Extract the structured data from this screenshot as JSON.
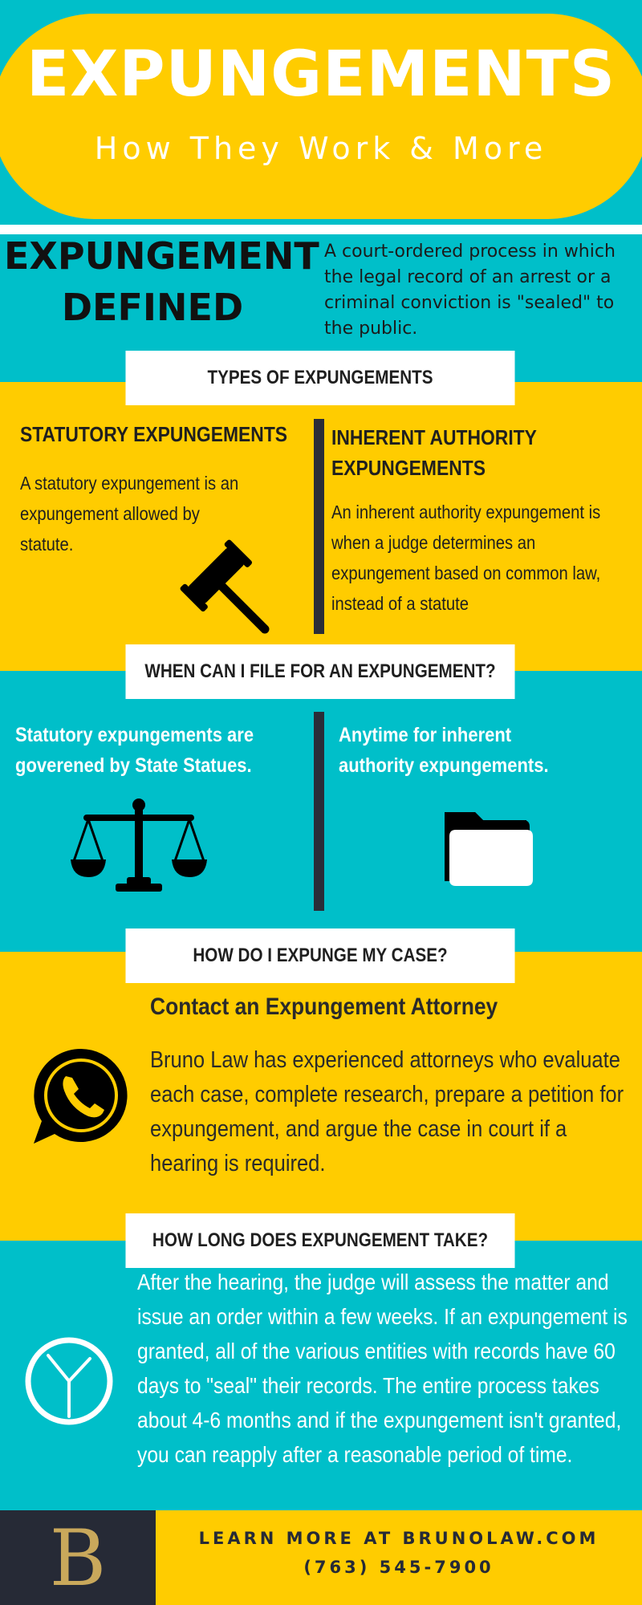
{
  "header": {
    "title": "EXPUNGEMENTS",
    "subtitle": "How They Work & More"
  },
  "defined": {
    "heading_line1": "EXPUNGEMENT",
    "heading_line2": "DEFINED",
    "text": "A court-ordered process in which the legal record of an arrest or a criminal conviction is \"sealed\" to the public."
  },
  "types": {
    "banner": "TYPES OF EXPUNGEMENTS",
    "left_title": "STATUTORY EXPUNGEMENTS",
    "left_text": "A statutory expungement is an expungement allowed by statute.",
    "right_title": "INHERENT AUTHORITY EXPUNGEMENTS",
    "right_text": "An inherent authority expungement is when a judge determines an expungement based on common law, instead of a statute"
  },
  "when": {
    "banner": "WHEN CAN I FILE FOR AN EXPUNGEMENT?",
    "left_text": "Statutory expungements are goverened by State Statues.",
    "right_text": "Anytime for inherent authority expungements."
  },
  "how": {
    "banner": "HOW DO I EXPUNGE MY CASE?",
    "title": "Contact an Expungement Attorney",
    "text": "Bruno Law has experienced attorneys who evaluate each case, complete research, prepare a petition for expungement, and argue the case in court if a hearing is required."
  },
  "long": {
    "banner": "HOW LONG DOES EXPUNGEMENT TAKE?",
    "text": "After the hearing, the judge will assess the matter and issue an order within a few weeks. If an expungement is granted, all of the various entities with records have 60 days to \"seal\" their records. The entire process takes about 4-6 months and if the expungement isn't granted, you can reapply after a reasonable period of time."
  },
  "footer": {
    "logo_letter": "B",
    "cta": "LEARN MORE AT BRUNOLAW.COM",
    "phone": "(763) 545-7900"
  },
  "colors": {
    "teal": "#00bfc9",
    "yellow": "#ffcc00",
    "navy": "#262a36",
    "gold": "#c9a85b"
  },
  "icons": [
    "gavel-icon",
    "scales-icon",
    "folder-icon",
    "phone-icon",
    "clock-icon",
    "bruno-logo"
  ]
}
